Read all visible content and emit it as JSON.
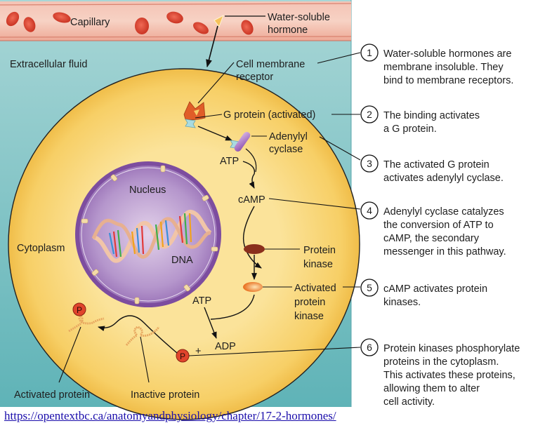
{
  "figure": {
    "title": "Water-soluble hormone signaling via G protein / cAMP pathway",
    "colors": {
      "capillary": "#f0b3a3",
      "extracellular_fluid": "#8ec9cb",
      "cytoplasm": "#f6cf6a",
      "nucleus": "#9b74b8",
      "text": "#1e1e1e",
      "link": "#1a0dab"
    }
  },
  "labels": {
    "capillary": "Capillary",
    "water_soluble_hormone": [
      "Water-soluble",
      "hormone"
    ],
    "extracellular_fluid": "Extracellular fluid",
    "cell_membrane_receptor": [
      "Cell membrane",
      "receptor"
    ],
    "g_protein": "G protein (activated)",
    "adenylyl_cyclase": [
      "Adenylyl",
      "cyclase"
    ],
    "atp_top": "ATP",
    "camp": "cAMP",
    "nucleus": "Nucleus",
    "dna": "DNA",
    "cytoplasm": "Cytoplasm",
    "protein_kinase": [
      "Protein",
      "kinase"
    ],
    "activated_protein_kinase": [
      "Activated",
      "protein",
      "kinase"
    ],
    "atp_bottom": "ATP",
    "adp": "ADP",
    "plus": "+",
    "phosphate": "P",
    "activated_protein": "Activated protein",
    "inactive_protein": "Inactive protein"
  },
  "steps": [
    {
      "number": "1",
      "lines": [
        "Water-soluble hormones are",
        "membrane insoluble. They",
        "bind to membrane receptors."
      ]
    },
    {
      "number": "2",
      "lines": [
        "The binding activates",
        "a G protein."
      ]
    },
    {
      "number": "3",
      "lines": [
        "The activated G protein",
        "activates adenylyl cyclase."
      ]
    },
    {
      "number": "4",
      "lines": [
        "Adenylyl cyclase catalyzes",
        "the conversion of ATP to",
        "cAMP, the secondary",
        "messenger in this pathway."
      ]
    },
    {
      "number": "5",
      "lines": [
        "cAMP activates protein",
        "kinases."
      ]
    },
    {
      "number": "6",
      "lines": [
        "Protein kinases phosphorylate",
        "proteins in the cytoplasm.",
        "This activates these proteins,",
        "allowing them to alter",
        "cell activity."
      ]
    }
  ],
  "source": {
    "link_text": "https://opentextbc.ca/anatomyandphysiology/chapter/17-2-hormones/"
  }
}
